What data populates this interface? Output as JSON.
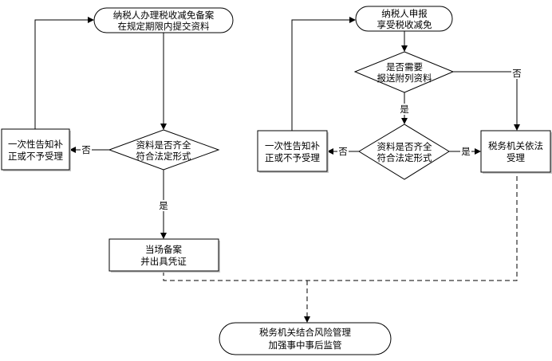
{
  "left_flow": {
    "start": [
      "纳税人办理税收减免备案",
      "在规定期限内提交资料"
    ],
    "decision": [
      "资料是否齐全",
      "符合法定形式"
    ],
    "reject_box": [
      "一次性告知补",
      "正或不予受理"
    ],
    "accept_box": [
      "当场备案",
      "并出具凭证"
    ],
    "no_label": "否",
    "yes_label": "是"
  },
  "right_flow": {
    "start": [
      "纳税人申报",
      "享受税收减免"
    ],
    "decision1": [
      "是否需要",
      "报送附列资料"
    ],
    "decision2": [
      "资料是否齐全",
      "符合法定形式"
    ],
    "reject_box": [
      "一次性告知补",
      "正或不予受理"
    ],
    "accept_box": [
      "税务机关依法",
      "受理"
    ],
    "no_label_1": "否",
    "yes_label_1": "是",
    "no_label_2": "否",
    "yes_label_2": "是"
  },
  "end": [
    "税务机关结合风险管理",
    "加强事中事后监管"
  ]
}
